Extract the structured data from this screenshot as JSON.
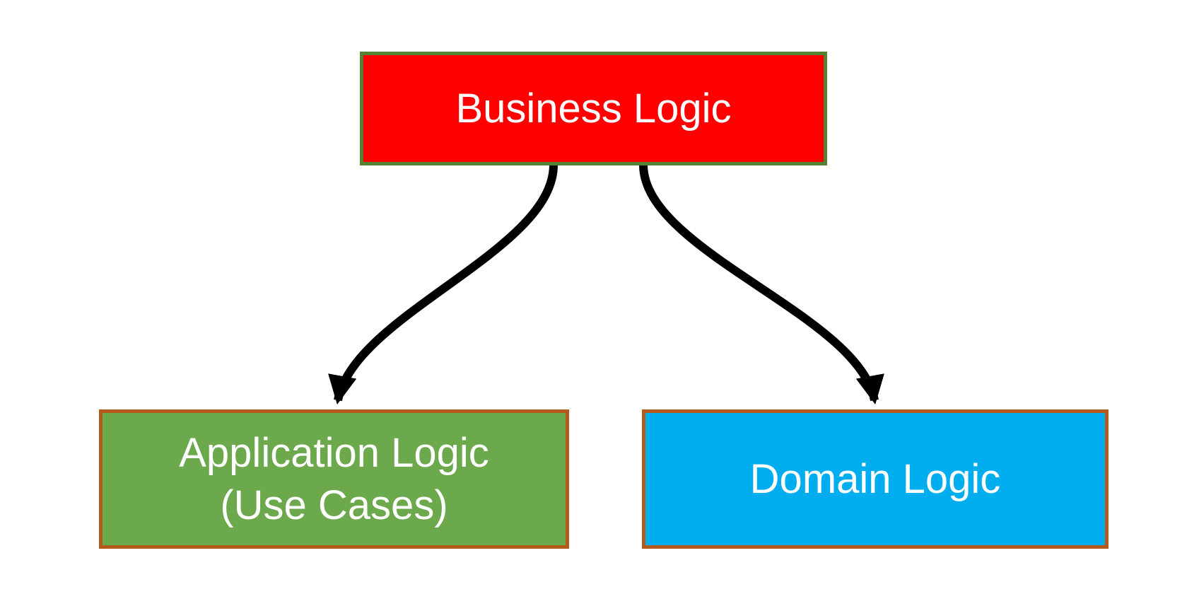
{
  "diagram": {
    "title": "Business Logic decomposition diagram",
    "background_color": "#ffffff",
    "nodes": {
      "business": {
        "label": "Business Logic",
        "fill": "#ff0000",
        "border_color": "#548235",
        "text_color": "#ffffff"
      },
      "application": {
        "label": "Application Logic\n(Use Cases)",
        "fill": "#6ca84c",
        "border_color": "#b45a1d",
        "text_color": "#ffffff"
      },
      "domain": {
        "label": "Domain Logic",
        "fill": "#00aeef",
        "border_color": "#b45a1d",
        "text_color": "#ffffff"
      }
    },
    "connectors": {
      "business_to_application": "curved-arrow",
      "business_to_domain": "curved-arrow",
      "color": "#000000"
    }
  }
}
